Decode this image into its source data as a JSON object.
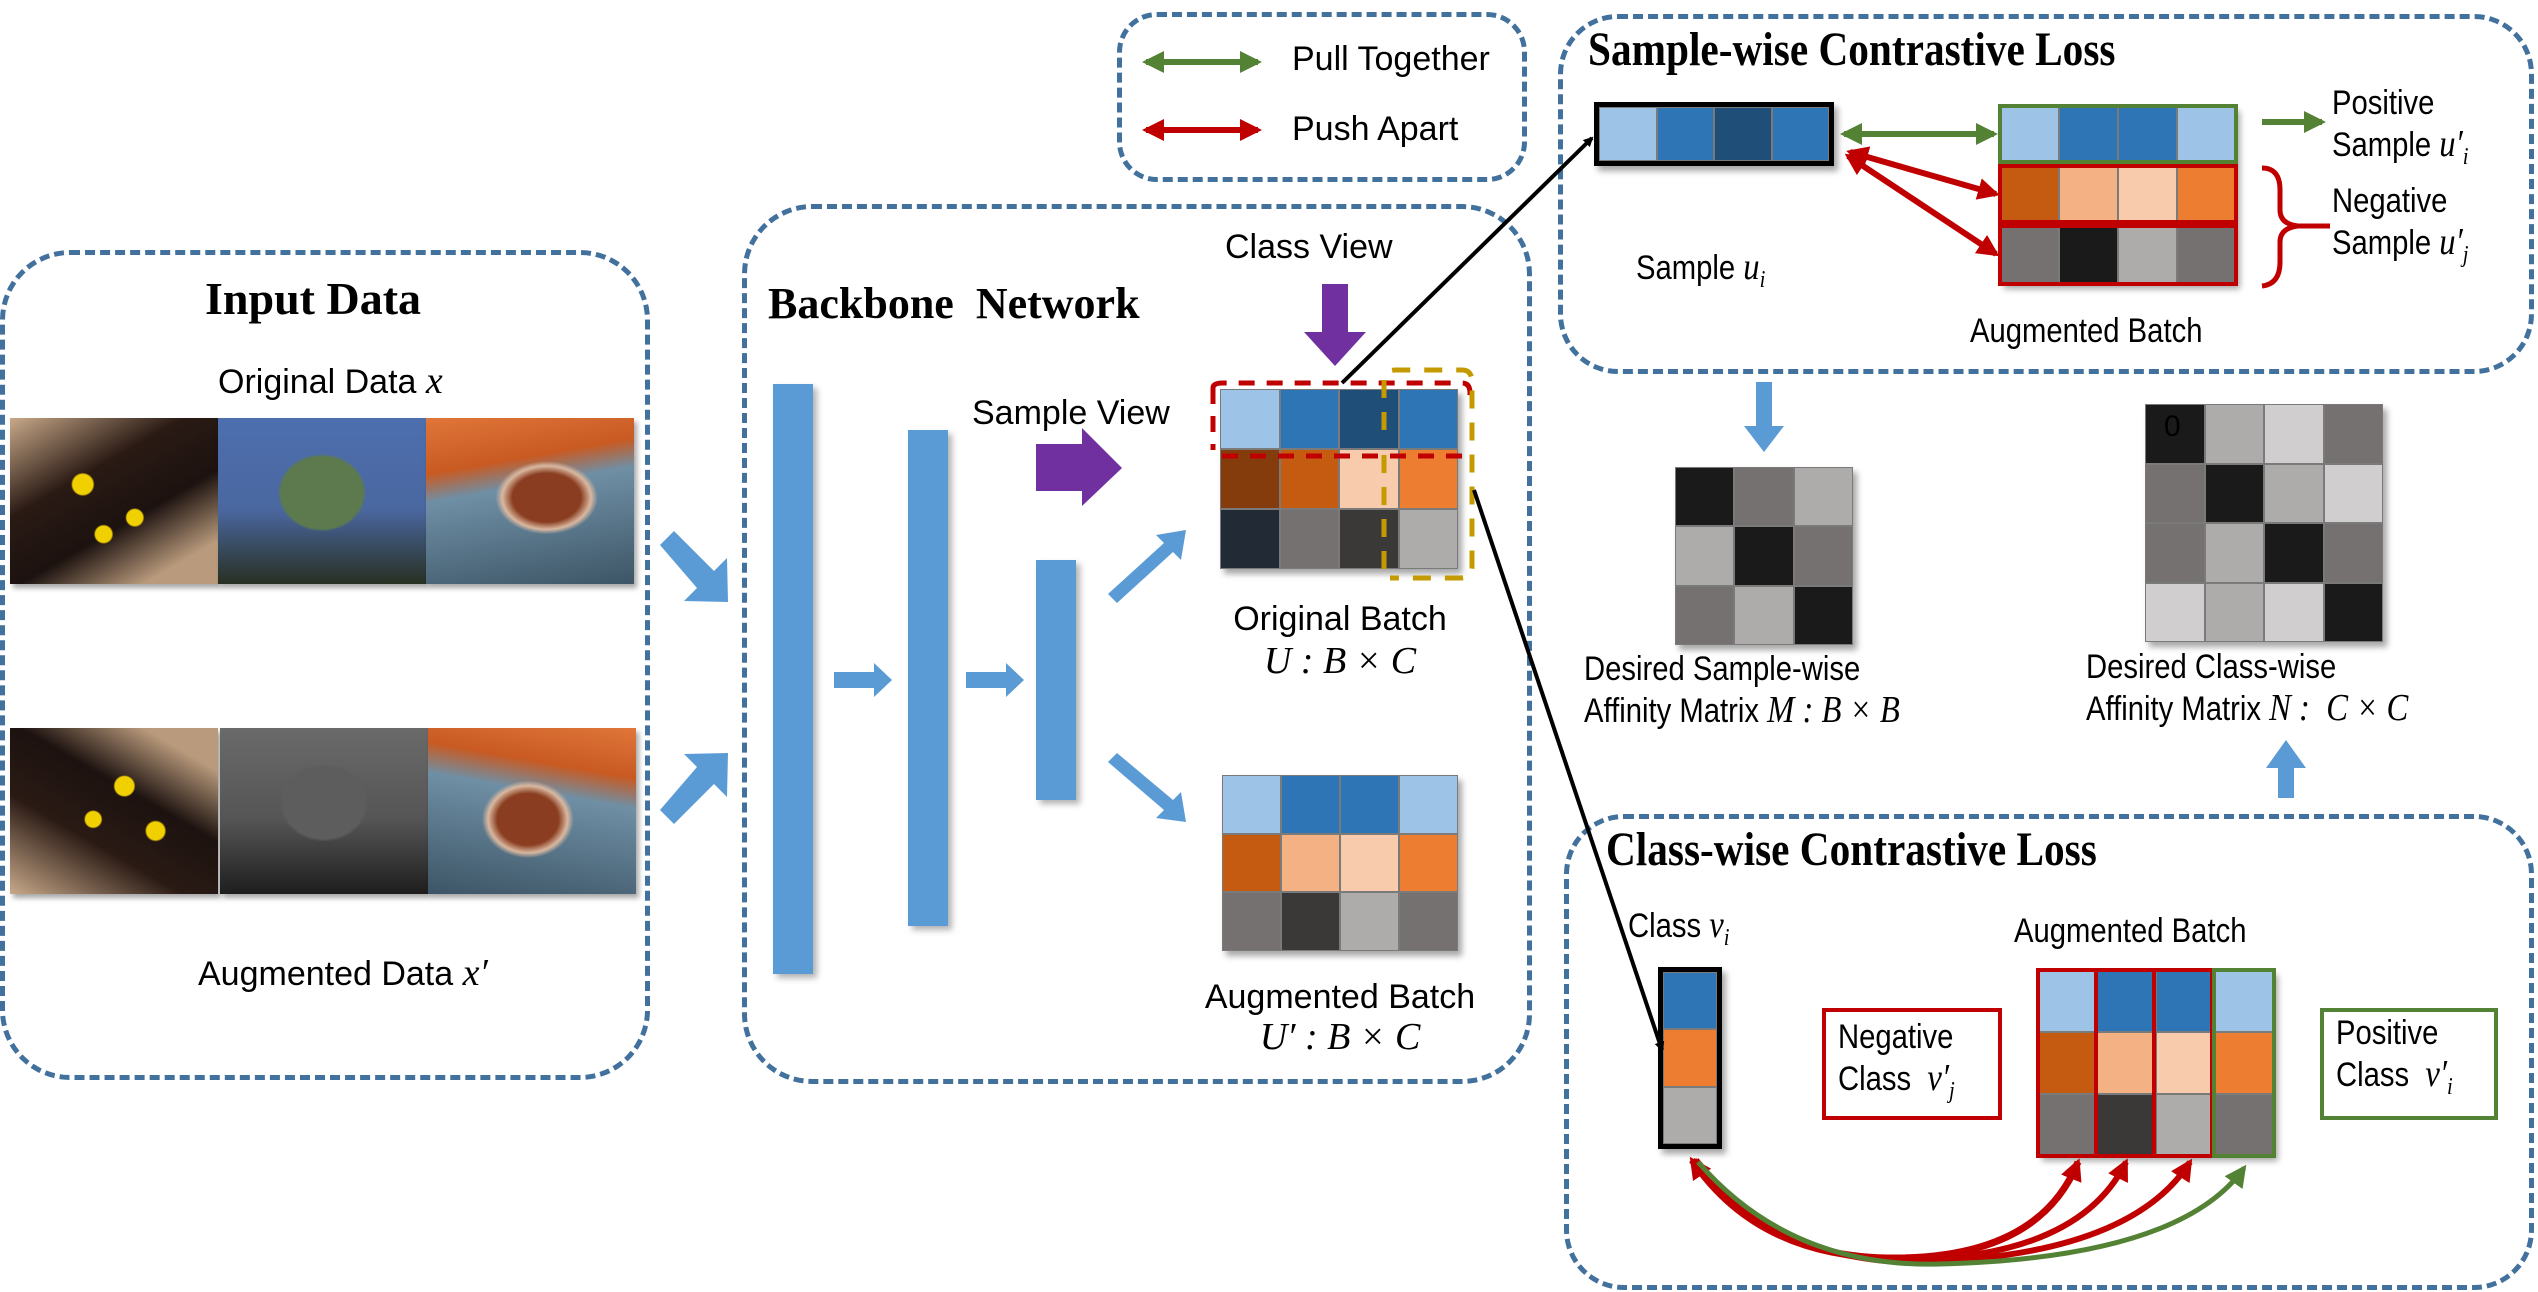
{
  "legend": {
    "pull_label": "Pull Together",
    "push_label": "Push Apart",
    "pull_color": "#548235",
    "push_color": "#c00000"
  },
  "input": {
    "title": "Input Data",
    "original_label": "Original Data",
    "original_var": "x",
    "augmented_label": "Augmented Data",
    "augmented_var": "x′",
    "original_images": [
      "fire-salamander",
      "frog",
      "acorn"
    ],
    "augmented_images": [
      "fire-salamander-flipped",
      "frog-grayscale",
      "acorn-flipped"
    ]
  },
  "backbone": {
    "title": "Backbone  Network",
    "class_view_label": "Class View",
    "sample_view_label": "Sample View",
    "original_batch_label": "Original Batch",
    "original_batch_dim": "U : B × C",
    "augmented_batch_label": "Augmented Batch",
    "augmented_batch_dim": "U′ : B × C",
    "original_batch": [
      [
        "#9dc3e6",
        "#2e75b6",
        "#1f4e79",
        "#2e75b6"
      ],
      [
        "#843c0c",
        "#c55a11",
        "#f8cbad",
        "#ed7d31"
      ],
      [
        "#222a35",
        "#767171",
        "#3b3838",
        "#aeabab"
      ]
    ],
    "augmented_batch": [
      [
        "#9dc3e6",
        "#2e75b6",
        "#2e75b6",
        "#9dc3e6"
      ],
      [
        "#c55a11",
        "#f4b183",
        "#f8cbad",
        "#ed7d31"
      ],
      [
        "#767171",
        "#3b3838",
        "#aeabab",
        "#767171"
      ]
    ]
  },
  "sample_loss": {
    "title": "Sample-wise Contrastive Loss",
    "sample_label": "Sample",
    "sample_var": "u",
    "sample_sub": "i",
    "sample_vector": [
      "#9dc3e6",
      "#2e75b6",
      "#1f4e79",
      "#2e75b6"
    ],
    "augmented_batch_label": "Augmented Batch",
    "augmented_batch": [
      [
        "#9dc3e6",
        "#2e75b6",
        "#2e75b6",
        "#9dc3e6"
      ],
      [
        "#c55a11",
        "#f4b183",
        "#f8cbad",
        "#ed7d31"
      ],
      [
        "#767171",
        "#1a1a1a",
        "#aeabab",
        "#767171"
      ]
    ],
    "positive_line1": "Positive",
    "positive_line2": "Sample",
    "positive_var": "u′",
    "positive_sub": "i",
    "negative_line1": "Negative",
    "negative_line2": "Sample",
    "negative_var": "u′",
    "negative_sub": "j"
  },
  "affinity": {
    "sample_label_1": "Desired Sample-wise",
    "sample_label_2": "Affinity Matrix",
    "sample_dim": "M : B × B",
    "sample_matrix": [
      [
        "#1a1a1a",
        "#767171",
        "#aeabab"
      ],
      [
        "#aeabab",
        "#1a1a1a",
        "#767171"
      ],
      [
        "#767171",
        "#aeabab",
        "#1a1a1a"
      ]
    ],
    "class_label_1": "Desired Class-wise",
    "class_label_2": "Affinity Matrix",
    "class_dim": "N :  C × C",
    "class_matrix_annotation": "0",
    "class_matrix": [
      [
        "#1a1a1a",
        "#aeabab",
        "#d0cece",
        "#767171"
      ],
      [
        "#767171",
        "#1a1a1a",
        "#aeabab",
        "#d0cece"
      ],
      [
        "#767171",
        "#aeabab",
        "#1a1a1a",
        "#767171"
      ],
      [
        "#d0cece",
        "#aeabab",
        "#d0cece",
        "#1a1a1a"
      ]
    ]
  },
  "class_loss": {
    "title": "Class-wise Contrastive Loss",
    "class_label": "Class",
    "class_var": "v",
    "class_sub": "i",
    "class_vector": [
      "#2e75b6",
      "#ed7d31",
      "#aeabab"
    ],
    "augmented_batch_label": "Augmented Batch",
    "augmented_batch": [
      [
        "#9dc3e6",
        "#2e75b6",
        "#2e75b6",
        "#9dc3e6"
      ],
      [
        "#c55a11",
        "#f4b183",
        "#f8cbad",
        "#ed7d31"
      ],
      [
        "#767171",
        "#3b3838",
        "#aeabab",
        "#767171"
      ]
    ],
    "negative_line1": "Negative",
    "negative_line2": "Class",
    "negative_var": "v′",
    "negative_sub": "j",
    "positive_line1": "Positive",
    "positive_line2": "Class",
    "positive_var": "v′",
    "positive_sub": "i"
  }
}
